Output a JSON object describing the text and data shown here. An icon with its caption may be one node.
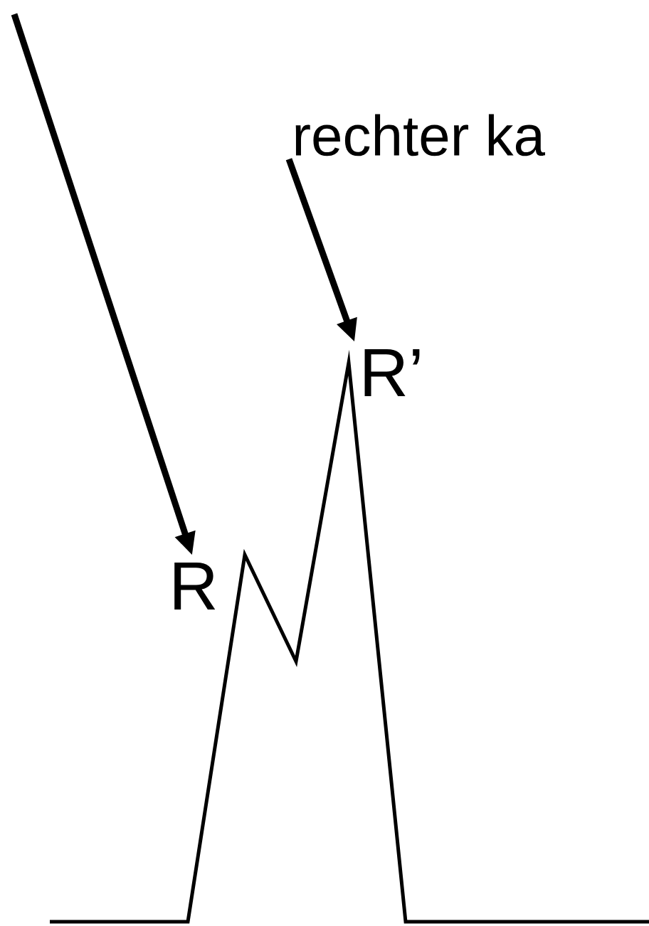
{
  "diagram": {
    "nodes": [
      {
        "text": [
          "rechter ka"
        ]
      },
      {
        "text": [
          "R"
        ]
      },
      {
        "text": [
          "R’"
        ]
      }
    ],
    "edges": [
      {
        "from": null,
        "to": 1,
        "arrow": "to"
      },
      {
        "from": 0,
        "to": 2,
        "arrow": "to"
      }
    ]
  }
}
